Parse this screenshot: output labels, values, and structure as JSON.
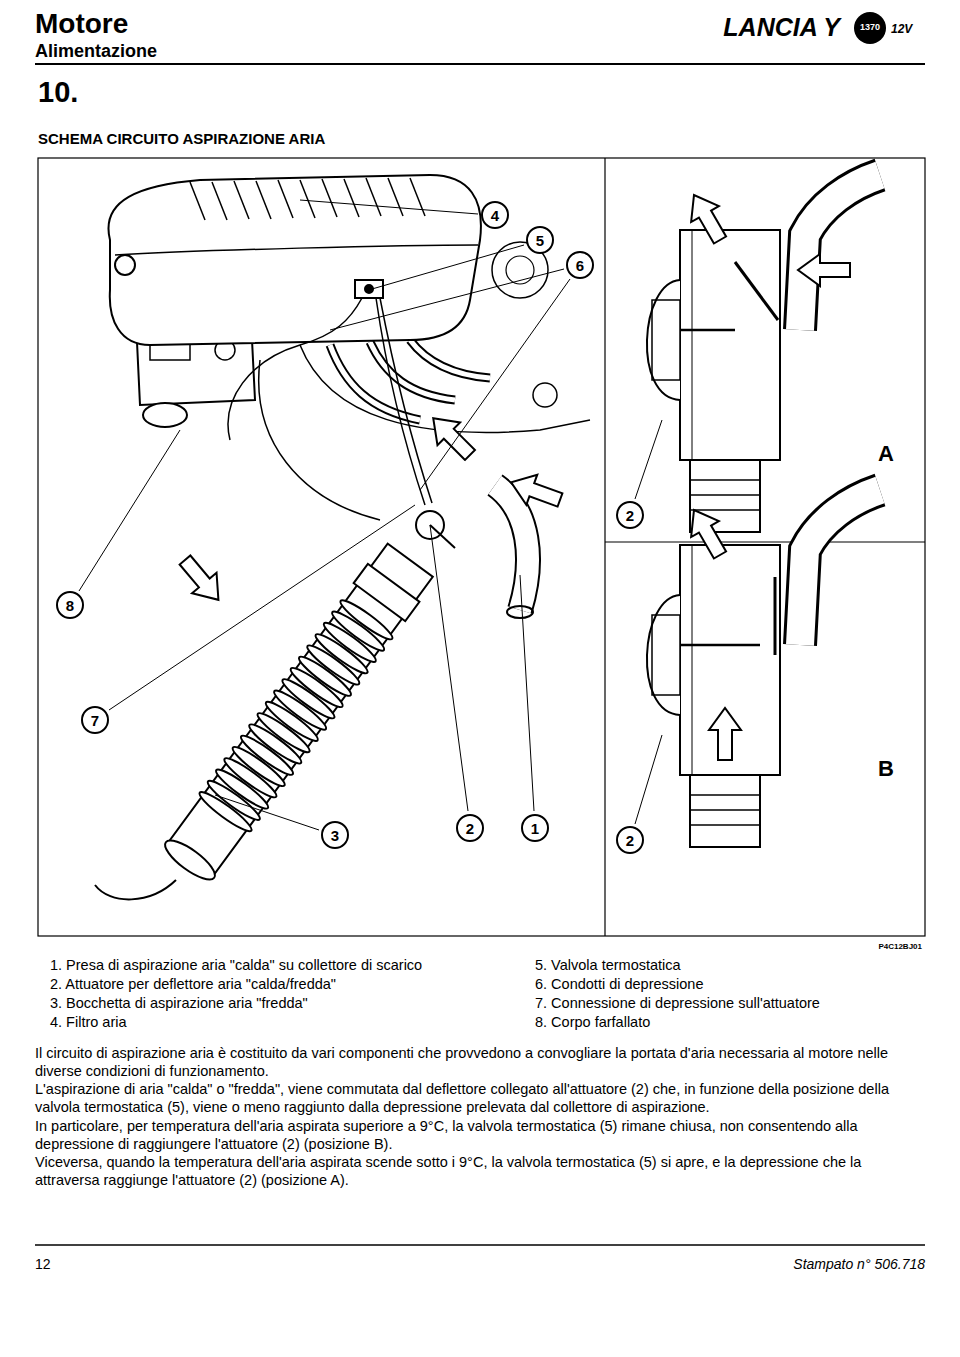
{
  "diagram": {
    "title": "SCHEMA CIRCUITO ASPIRAZIONE ARIA",
    "nodes": [
      {
        "text": [
          "4"
        ]
      },
      {
        "text": [
          "5"
        ]
      },
      {
        "text": [
          "6"
        ]
      },
      {
        "text": [
          "8"
        ]
      },
      {
        "text": [
          "7"
        ]
      },
      {
        "text": [
          "3"
        ]
      },
      {
        "text": [
          "2"
        ]
      },
      {
        "text": [
          "1"
        ]
      },
      {
        "text": [
          "2"
        ]
      },
      {
        "text": [
          "2"
        ]
      }
    ],
    "labels": [
      "Motore",
      "Alimentazione",
      "LANCIA Y",
      "1370",
      "12V",
      "10.",
      "A",
      "B",
      "P4C12BJ01",
      "1. Presa di aspirazione aria \"calda\" su collettore di scarico",
      "2. Attuatore per deflettore aria \"calda/fredda\"",
      "3. Bocchetta di aspirazione aria \"fredda\"",
      "4. Filtro aria",
      "5. Valvola termostatica",
      "6. Condotti di depressione",
      "7. Connessione di depressione sull'attuatore",
      "8. Corpo farfallato",
      "Il circuito di aspirazione aria è costituito da vari componenti che provvedono a convogliare la portata d'aria necessaria al motore nelle diverse condizioni di funzionamento.",
      "L'aspirazione di aria \"calda\" o \"fredda\", viene commutata dal deflettore collegato all'attuatore (2) che, in funzione della posizione della valvola termostatica (5), viene o meno raggiunto dalla depressione prelevata dal collettore di aspirazione.",
      "In particolare, per temperatura dell'aria aspirata superiore a 9°C, la valvola termostatica (5) rimane chiusa, non consentendo alla depressione di raggiungere l'attuatore (2) (posizione B).",
      "Viceversa, quando la temperatura dell'aria aspirata scende sotto i 9°C, la valvola termostatica (5) si apre, e la depressione che la attraversa raggiunge l'attuatore (2) (posizione A).",
      "12",
      "Stampato n° 506.718"
    ]
  }
}
